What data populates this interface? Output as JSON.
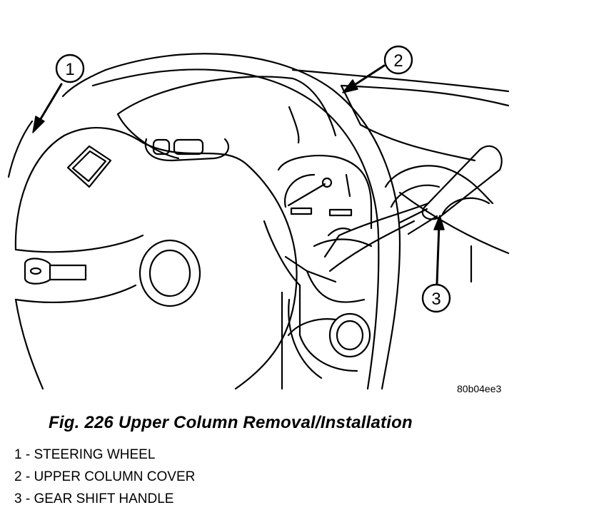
{
  "figure": {
    "caption": "Fig. 226 Upper Column Removal/Installation",
    "image_code": "80b04ee3",
    "callouts": [
      "1",
      "2",
      "3"
    ],
    "legend": [
      "1 - STEERING WHEEL",
      "2 - UPPER COLUMN COVER",
      "3 - GEAR SHIFT HANDLE"
    ]
  },
  "colors": {
    "ink": "#000000",
    "paper": "#ffffff"
  }
}
